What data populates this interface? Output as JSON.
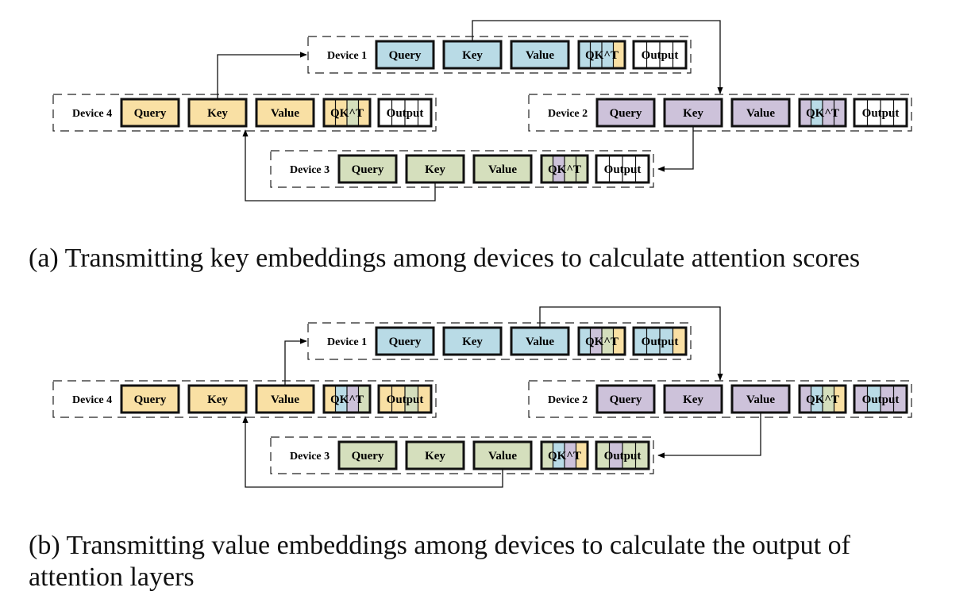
{
  "colors": {
    "blue": "#b9dbe6",
    "purple": "#cdc2da",
    "green": "#d5dfbd",
    "yellow": "#f9e0a4"
  },
  "block_labels": {
    "query": "Query",
    "key": "Key",
    "value": "Value",
    "qk": "QK^T",
    "output": "Output"
  },
  "panels": [
    {
      "id": "a",
      "caption": "(a) Transmitting key embeddings among devices to calculate attention scores",
      "transmitted": "key",
      "devices": [
        {
          "label": "Device 1",
          "color": "blue",
          "qk_fill": [
            "blue",
            "blue",
            "blue",
            "yellow"
          ],
          "out_fill": []
        },
        {
          "label": "Device 2",
          "color": "purple",
          "qk_fill": [
            "purple",
            "blue",
            "purple",
            "purple"
          ],
          "out_fill": []
        },
        {
          "label": "Device 3",
          "color": "green",
          "qk_fill": [
            "green",
            "purple",
            "green",
            "green"
          ],
          "out_fill": []
        },
        {
          "label": "Device 4",
          "color": "yellow",
          "qk_fill": [
            "yellow",
            "yellow",
            "green",
            "yellow"
          ],
          "out_fill": []
        }
      ]
    },
    {
      "id": "b",
      "caption": "(b) Transmitting value embeddings among devices to calculate the output of attention layers",
      "transmitted": "value",
      "devices": [
        {
          "label": "Device 1",
          "color": "blue",
          "qk_fill": [
            "blue",
            "purple",
            "green",
            "yellow"
          ],
          "out_fill": [
            "blue",
            "blue",
            "blue",
            "yellow"
          ]
        },
        {
          "label": "Device 2",
          "color": "purple",
          "qk_fill": [
            "purple",
            "blue",
            "green",
            "yellow"
          ],
          "out_fill": [
            "purple",
            "blue",
            "purple",
            "purple"
          ]
        },
        {
          "label": "Device 3",
          "color": "green",
          "qk_fill": [
            "green",
            "blue",
            "purple",
            "yellow"
          ],
          "out_fill": [
            "green",
            "purple",
            "green",
            "green"
          ]
        },
        {
          "label": "Device 4",
          "color": "yellow",
          "qk_fill": [
            "yellow",
            "blue",
            "purple",
            "green"
          ],
          "out_fill": [
            "yellow",
            "yellow",
            "green",
            "yellow"
          ]
        }
      ]
    }
  ]
}
